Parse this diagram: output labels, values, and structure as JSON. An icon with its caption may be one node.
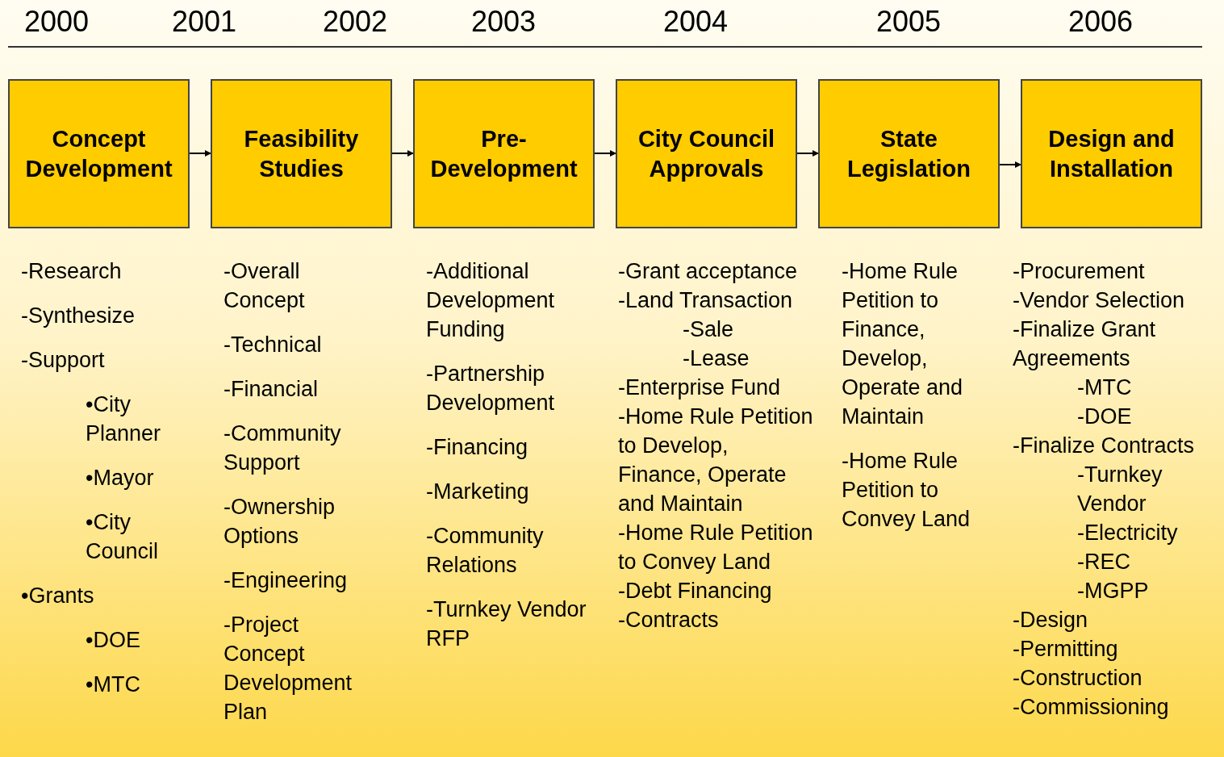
{
  "diagram": {
    "nodes": [
      {
        "text": [
          "Concept Development"
        ],
        "beside": [
          "-Research",
          "-Synthesize",
          "-Support",
          "•City Planner",
          "•Mayor",
          "•City Council",
          "•Grants",
          "•DOE",
          "•MTC"
        ]
      },
      {
        "text": [
          "Feasibility Studies"
        ],
        "beside": [
          "-Overall Concept",
          "-Technical",
          "-Financial",
          "-Community Support",
          "-Ownership Options",
          "-Engineering",
          "-Project Concept Development Plan"
        ]
      },
      {
        "text": [
          "Pre-Development"
        ],
        "beside": [
          "-Additional Development Funding",
          "-Partnership Development",
          "-Financing",
          "-Marketing",
          "-Community Relations",
          "-Turnkey Vendor RFP"
        ]
      },
      {
        "text": [
          "City Council Approvals"
        ],
        "beside": [
          "-Grant acceptance",
          "-Land Transaction",
          "-Sale",
          "-Lease",
          "-Enterprise Fund",
          "-Home Rule Petition to Develop, Finance, Operate and Maintain",
          "-Home Rule Petition to Convey Land",
          "-Debt Financing",
          "-Contracts"
        ]
      },
      {
        "text": [
          "State Legislation"
        ],
        "beside": [
          "-Home Rule Petition to Finance, Develop, Operate and Maintain",
          "-Home Rule Petition to Convey Land"
        ]
      },
      {
        "text": [
          "Design and Installation"
        ],
        "beside": [
          "-Procurement",
          "-Vendor Selection",
          "-Finalize Grant Agreements",
          "-MTC",
          "-DOE",
          "-Finalize Contracts",
          "-Turnkey Vendor",
          "-Electricity",
          "-REC",
          "-MGPP",
          "-Design",
          "-Permitting",
          "-Construction",
          "-Commissioning"
        ]
      }
    ],
    "edges": [
      {
        "from": 0,
        "to": 1,
        "arrow": "to"
      },
      {
        "from": 1,
        "to": 2,
        "arrow": "to"
      },
      {
        "from": 2,
        "to": 3,
        "arrow": "to"
      },
      {
        "from": 3,
        "to": 4,
        "arrow": "to"
      },
      {
        "from": 4,
        "to": 5,
        "arrow": "to"
      }
    ],
    "labels": [
      "2000",
      "2001",
      "2002",
      "2003",
      "2004",
      "2005",
      "2006"
    ]
  }
}
